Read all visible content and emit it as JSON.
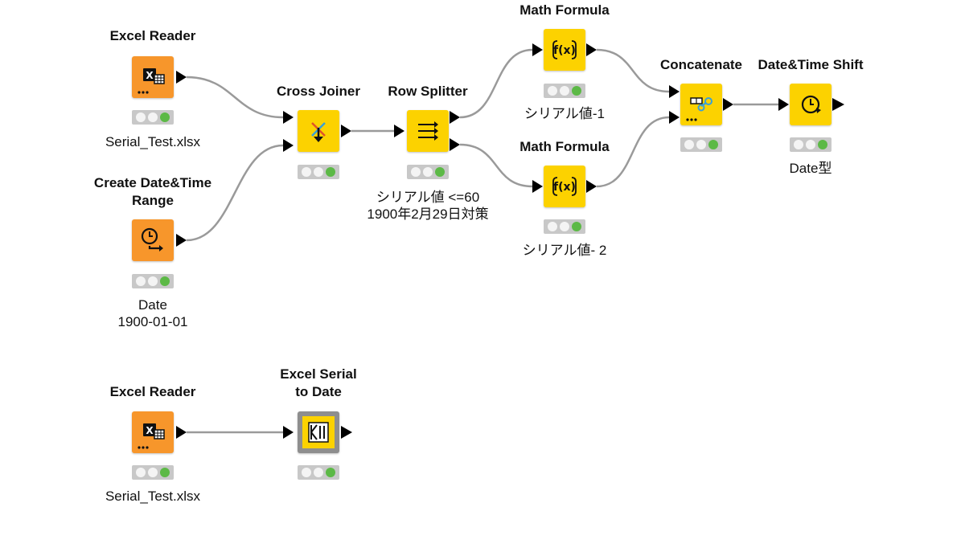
{
  "workflow": {
    "nodes": {
      "excel_reader_1": {
        "title": "Excel Reader",
        "label": "Serial_Test.xlsx",
        "icon": "excel-reader-icon"
      },
      "create_datetime": {
        "title": "Create Date&Time\nRange",
        "label": "Date\n1900-01-01",
        "icon": "clock-icon"
      },
      "cross_joiner": {
        "title": "Cross Joiner",
        "label": "",
        "icon": "cross-joiner-icon"
      },
      "row_splitter": {
        "title": "Row Splitter",
        "label": "シリアル値 <=60\n1900年2月29日対策",
        "icon": "row-splitter-icon"
      },
      "math_formula_1": {
        "title": "Math Formula",
        "label": "シリアル値-1",
        "icon": "math-formula-icon"
      },
      "math_formula_2": {
        "title": "Math Formula",
        "label": "シリアル値- 2",
        "icon": "math-formula-icon"
      },
      "concatenate": {
        "title": "Concatenate",
        "label": "",
        "icon": "concatenate-icon"
      },
      "datetime_shift": {
        "title": "Date&Time Shift",
        "label": "Date型",
        "icon": "datetime-shift-icon"
      },
      "excel_reader_2": {
        "title": "Excel Reader",
        "label": "Serial_Test.xlsx",
        "icon": "excel-reader-icon"
      },
      "excel_serial": {
        "title": "Excel Serial\nto Date",
        "label": "",
        "icon": "excel-serial-icon"
      }
    }
  },
  "colors": {
    "source": "#f7962b",
    "manipulator": "#fcd200",
    "component": "#8e8e8e",
    "status_ok": "#5cb946",
    "edge": "#9a9a9a"
  }
}
